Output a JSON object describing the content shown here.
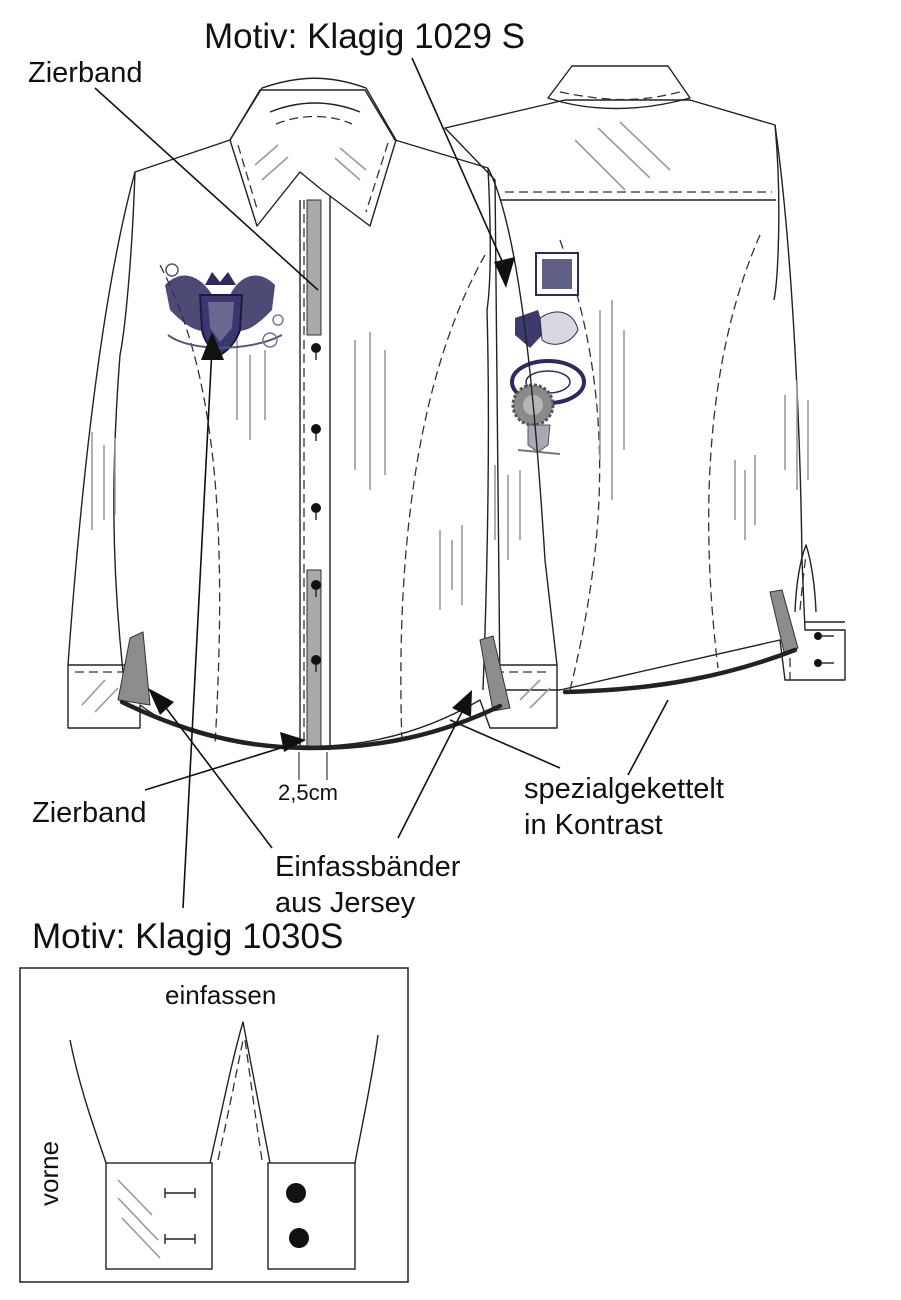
{
  "labels": {
    "motif_back": "Motiv: Klagig 1029 S",
    "motif_front": "Motiv: Klagig 1030S",
    "zierband_top": "Zierband",
    "zierband_bottom": "Zierband",
    "tape_width": "2,5cm",
    "binding_line1": "Einfassbänder",
    "binding_line2": "aus Jersey",
    "chain_line1": "spezialgekettelt",
    "chain_line2": "in Kontrast",
    "detail_title": "einfassen",
    "detail_side": "vorne"
  },
  "colors": {
    "line": "#222222",
    "tape": "#a9a9a9",
    "binding": "#8c8c8c",
    "motif": "#2e2a5e"
  }
}
